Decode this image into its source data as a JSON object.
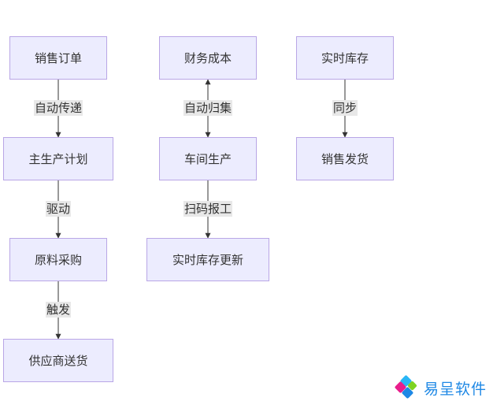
{
  "nodes": {
    "sales_order": "销售订单",
    "master_plan": "主生产计划",
    "material_purchase": "原料采购",
    "supplier_delivery": "供应商送货",
    "finance_cost": "财务成本",
    "workshop_production": "车间生产",
    "realtime_inventory_update": "实时库存更新",
    "realtime_inventory": "实时库存",
    "sales_shipment": "销售发货"
  },
  "edges": {
    "auto_transfer": "自动传递",
    "drive": "驱动",
    "trigger": "触发",
    "auto_collect": "自动归集",
    "scan_report": "扫码报工",
    "sync": "同步"
  },
  "brand": {
    "name": "易呈软件",
    "icon": "yicheng-logo-icon"
  },
  "colors": {
    "node_fill": "#ececfe",
    "node_border": "#b9a6e6",
    "edge": "#333333",
    "label_bg": "#e8e8e8",
    "brand_blue": "#1e88e5"
  }
}
